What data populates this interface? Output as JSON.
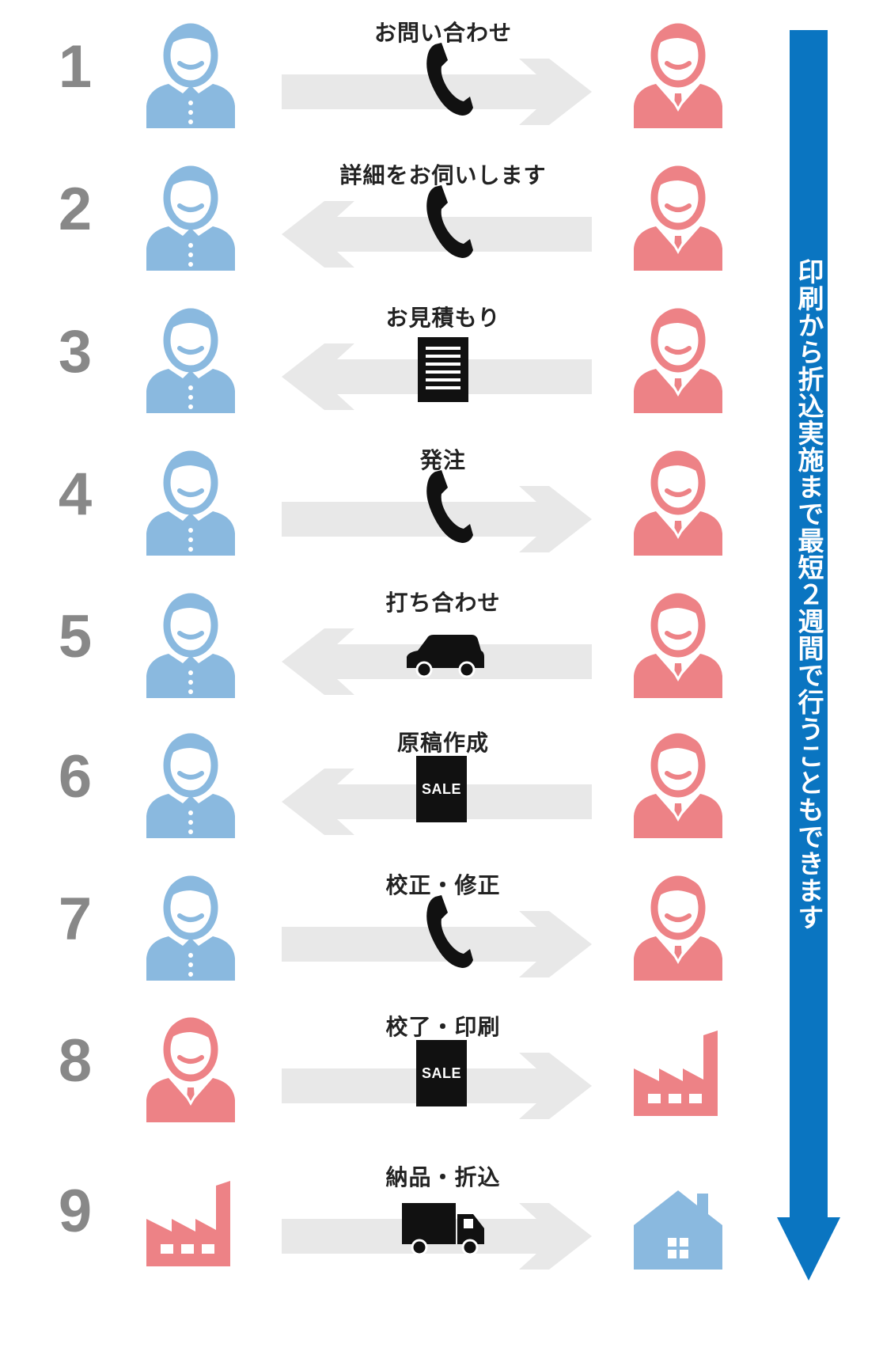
{
  "colors": {
    "client": "#8ab9df",
    "staff": "#ed8286",
    "arrow": "#e8e8e8",
    "number": "#888888",
    "timeline": "#0a75c1",
    "icon": "#111111"
  },
  "timeline": {
    "label": "印刷から折込実施まで最短２週間で行うこともできます"
  },
  "steps": [
    {
      "number": "1",
      "label": "お問い合わせ",
      "direction": "right",
      "medium_icon": "phone-icon",
      "left_actor": "client-icon",
      "right_actor": "staff-icon"
    },
    {
      "number": "2",
      "label": "詳細をお伺いします",
      "direction": "left",
      "medium_icon": "phone-icon",
      "left_actor": "client-icon",
      "right_actor": "staff-icon"
    },
    {
      "number": "3",
      "label": "お見積もり",
      "direction": "left",
      "medium_icon": "document-icon",
      "left_actor": "client-icon",
      "right_actor": "staff-icon"
    },
    {
      "number": "4",
      "label": "発注",
      "direction": "right",
      "medium_icon": "phone-icon",
      "left_actor": "client-icon",
      "right_actor": "staff-icon"
    },
    {
      "number": "5",
      "label": "打ち合わせ",
      "direction": "left",
      "medium_icon": "car-icon",
      "left_actor": "client-icon",
      "right_actor": "staff-icon"
    },
    {
      "number": "6",
      "label": "原稿作成",
      "direction": "left",
      "medium_icon": "sale-flyer-icon",
      "medium_text": "SALE",
      "left_actor": "client-icon",
      "right_actor": "staff-icon"
    },
    {
      "number": "7",
      "label": "校正・修正",
      "direction": "right",
      "medium_icon": "phone-icon",
      "left_actor": "client-icon",
      "right_actor": "staff-icon"
    },
    {
      "number": "8",
      "label": "校了・印刷",
      "direction": "right",
      "medium_icon": "sale-flyer-icon",
      "medium_text": "SALE",
      "left_actor": "staff-icon",
      "right_actor": "factory-icon"
    },
    {
      "number": "9",
      "label": "納品・折込",
      "direction": "right",
      "medium_icon": "truck-icon",
      "left_actor": "factory-icon",
      "right_actor": "house-icon"
    }
  ]
}
